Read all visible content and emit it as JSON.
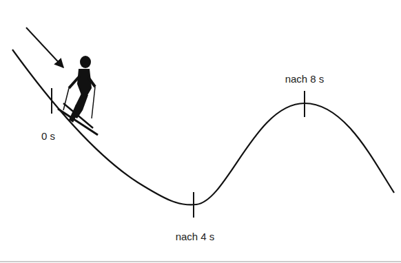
{
  "diagram": {
    "labels": [
      "0 s",
      "nach 4 s",
      "nach 8 s"
    ]
  }
}
